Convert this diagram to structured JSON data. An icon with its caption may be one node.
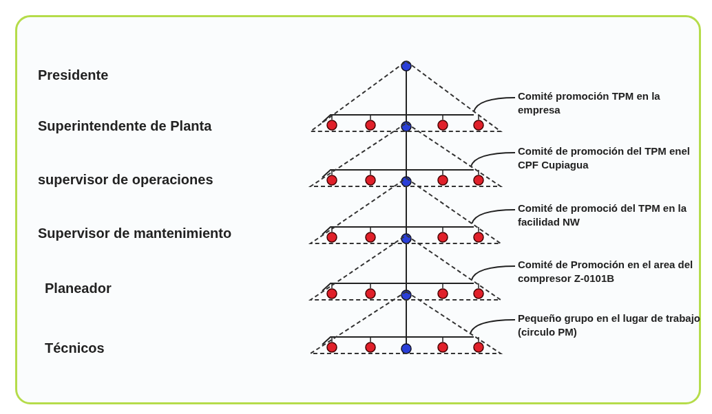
{
  "diagram": {
    "nodes": [
      {
        "text": [
          "Comité promoción TPM en la empresa"
        ]
      },
      {
        "text": [
          "Comité de promoción del TPM enel CPF Cupiagua"
        ]
      },
      {
        "text": [
          "Comité de promoció del TPM en la facilidad NW"
        ]
      },
      {
        "text": [
          "Comité de Promoción en el area del compresor Z-0101B"
        ]
      },
      {
        "text": [
          "Pequeño grupo en el lugar de trabajo  (circulo PM)"
        ]
      },
      {
        "text": [],
        "shape": "triangle"
      },
      {
        "text": [],
        "shape": "triangle"
      },
      {
        "text": [],
        "shape": "triangle"
      },
      {
        "text": [],
        "shape": "triangle"
      },
      {
        "text": [],
        "shape": "triangle"
      }
    ],
    "edges": [
      {
        "from": 0,
        "to": 5,
        "arrow": "none"
      },
      {
        "from": 1,
        "to": 6,
        "arrow": "none"
      },
      {
        "from": 2,
        "to": 7,
        "arrow": "none"
      },
      {
        "from": 3,
        "to": 8,
        "arrow": "none"
      },
      {
        "from": 4,
        "to": 9,
        "arrow": "none"
      }
    ],
    "labels": [
      "Presidente",
      "Superintendente de Planta",
      "supervisor de operaciones",
      "Supervisor de mantenimiento",
      "Planeador",
      "Técnicos"
    ]
  }
}
